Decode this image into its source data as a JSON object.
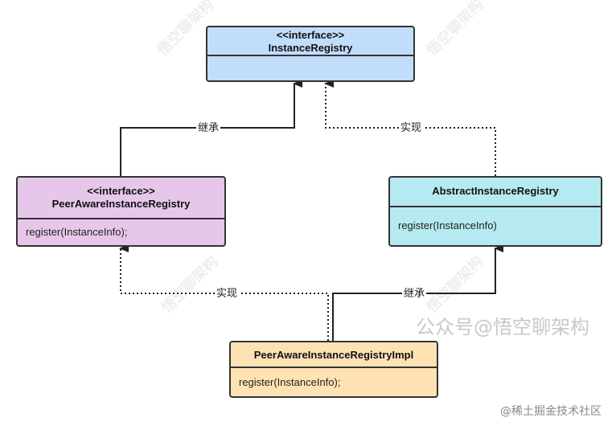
{
  "classes": {
    "instance_registry": {
      "stereotype": "<<interface>>",
      "name": "InstanceRegistry"
    },
    "peer_aware_instance_registry": {
      "stereotype": "<<interface>>",
      "name": "PeerAwareInstanceRegistry",
      "method": "register(InstanceInfo);"
    },
    "abstract_instance_registry": {
      "name": "AbstractInstanceRegistry",
      "method": "register(InstanceInfo)"
    },
    "peer_aware_instance_registry_impl": {
      "name": "PeerAwareInstanceRegistryImpl",
      "method": "register(InstanceInfo);"
    }
  },
  "edges": {
    "pair_to_ir": {
      "label": "继承",
      "kind": "inheritance"
    },
    "air_to_ir": {
      "label": "实现",
      "kind": "realization"
    },
    "impl_to_pair": {
      "label": "实现",
      "kind": "realization"
    },
    "impl_to_air": {
      "label": "继承",
      "kind": "inheritance"
    }
  },
  "watermarks": {
    "tiled_text": "悟空聊架构",
    "main": "公众号@悟空聊架构",
    "corner": "@稀土掘金技术社区"
  },
  "colors": {
    "interface_fill": "#c2dcfb",
    "peer_interface_fill": "#e6c7ea",
    "abstract_fill": "#b4eaf0",
    "impl_fill": "#ffe2b4",
    "line": "#333333"
  }
}
